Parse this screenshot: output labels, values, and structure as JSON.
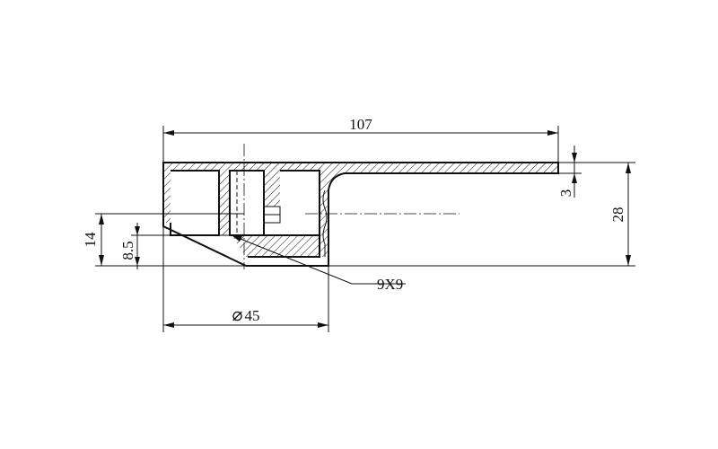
{
  "drawing": {
    "dimensions": {
      "length": "107",
      "thickness": "3",
      "height": "28",
      "offset_upper": "14",
      "offset_lower": "8.5",
      "diameter_symbol": "⌀",
      "diameter_value": "45",
      "square_callout": "9X9"
    },
    "colors": {
      "line": "#111111",
      "background": "#ffffff"
    }
  }
}
